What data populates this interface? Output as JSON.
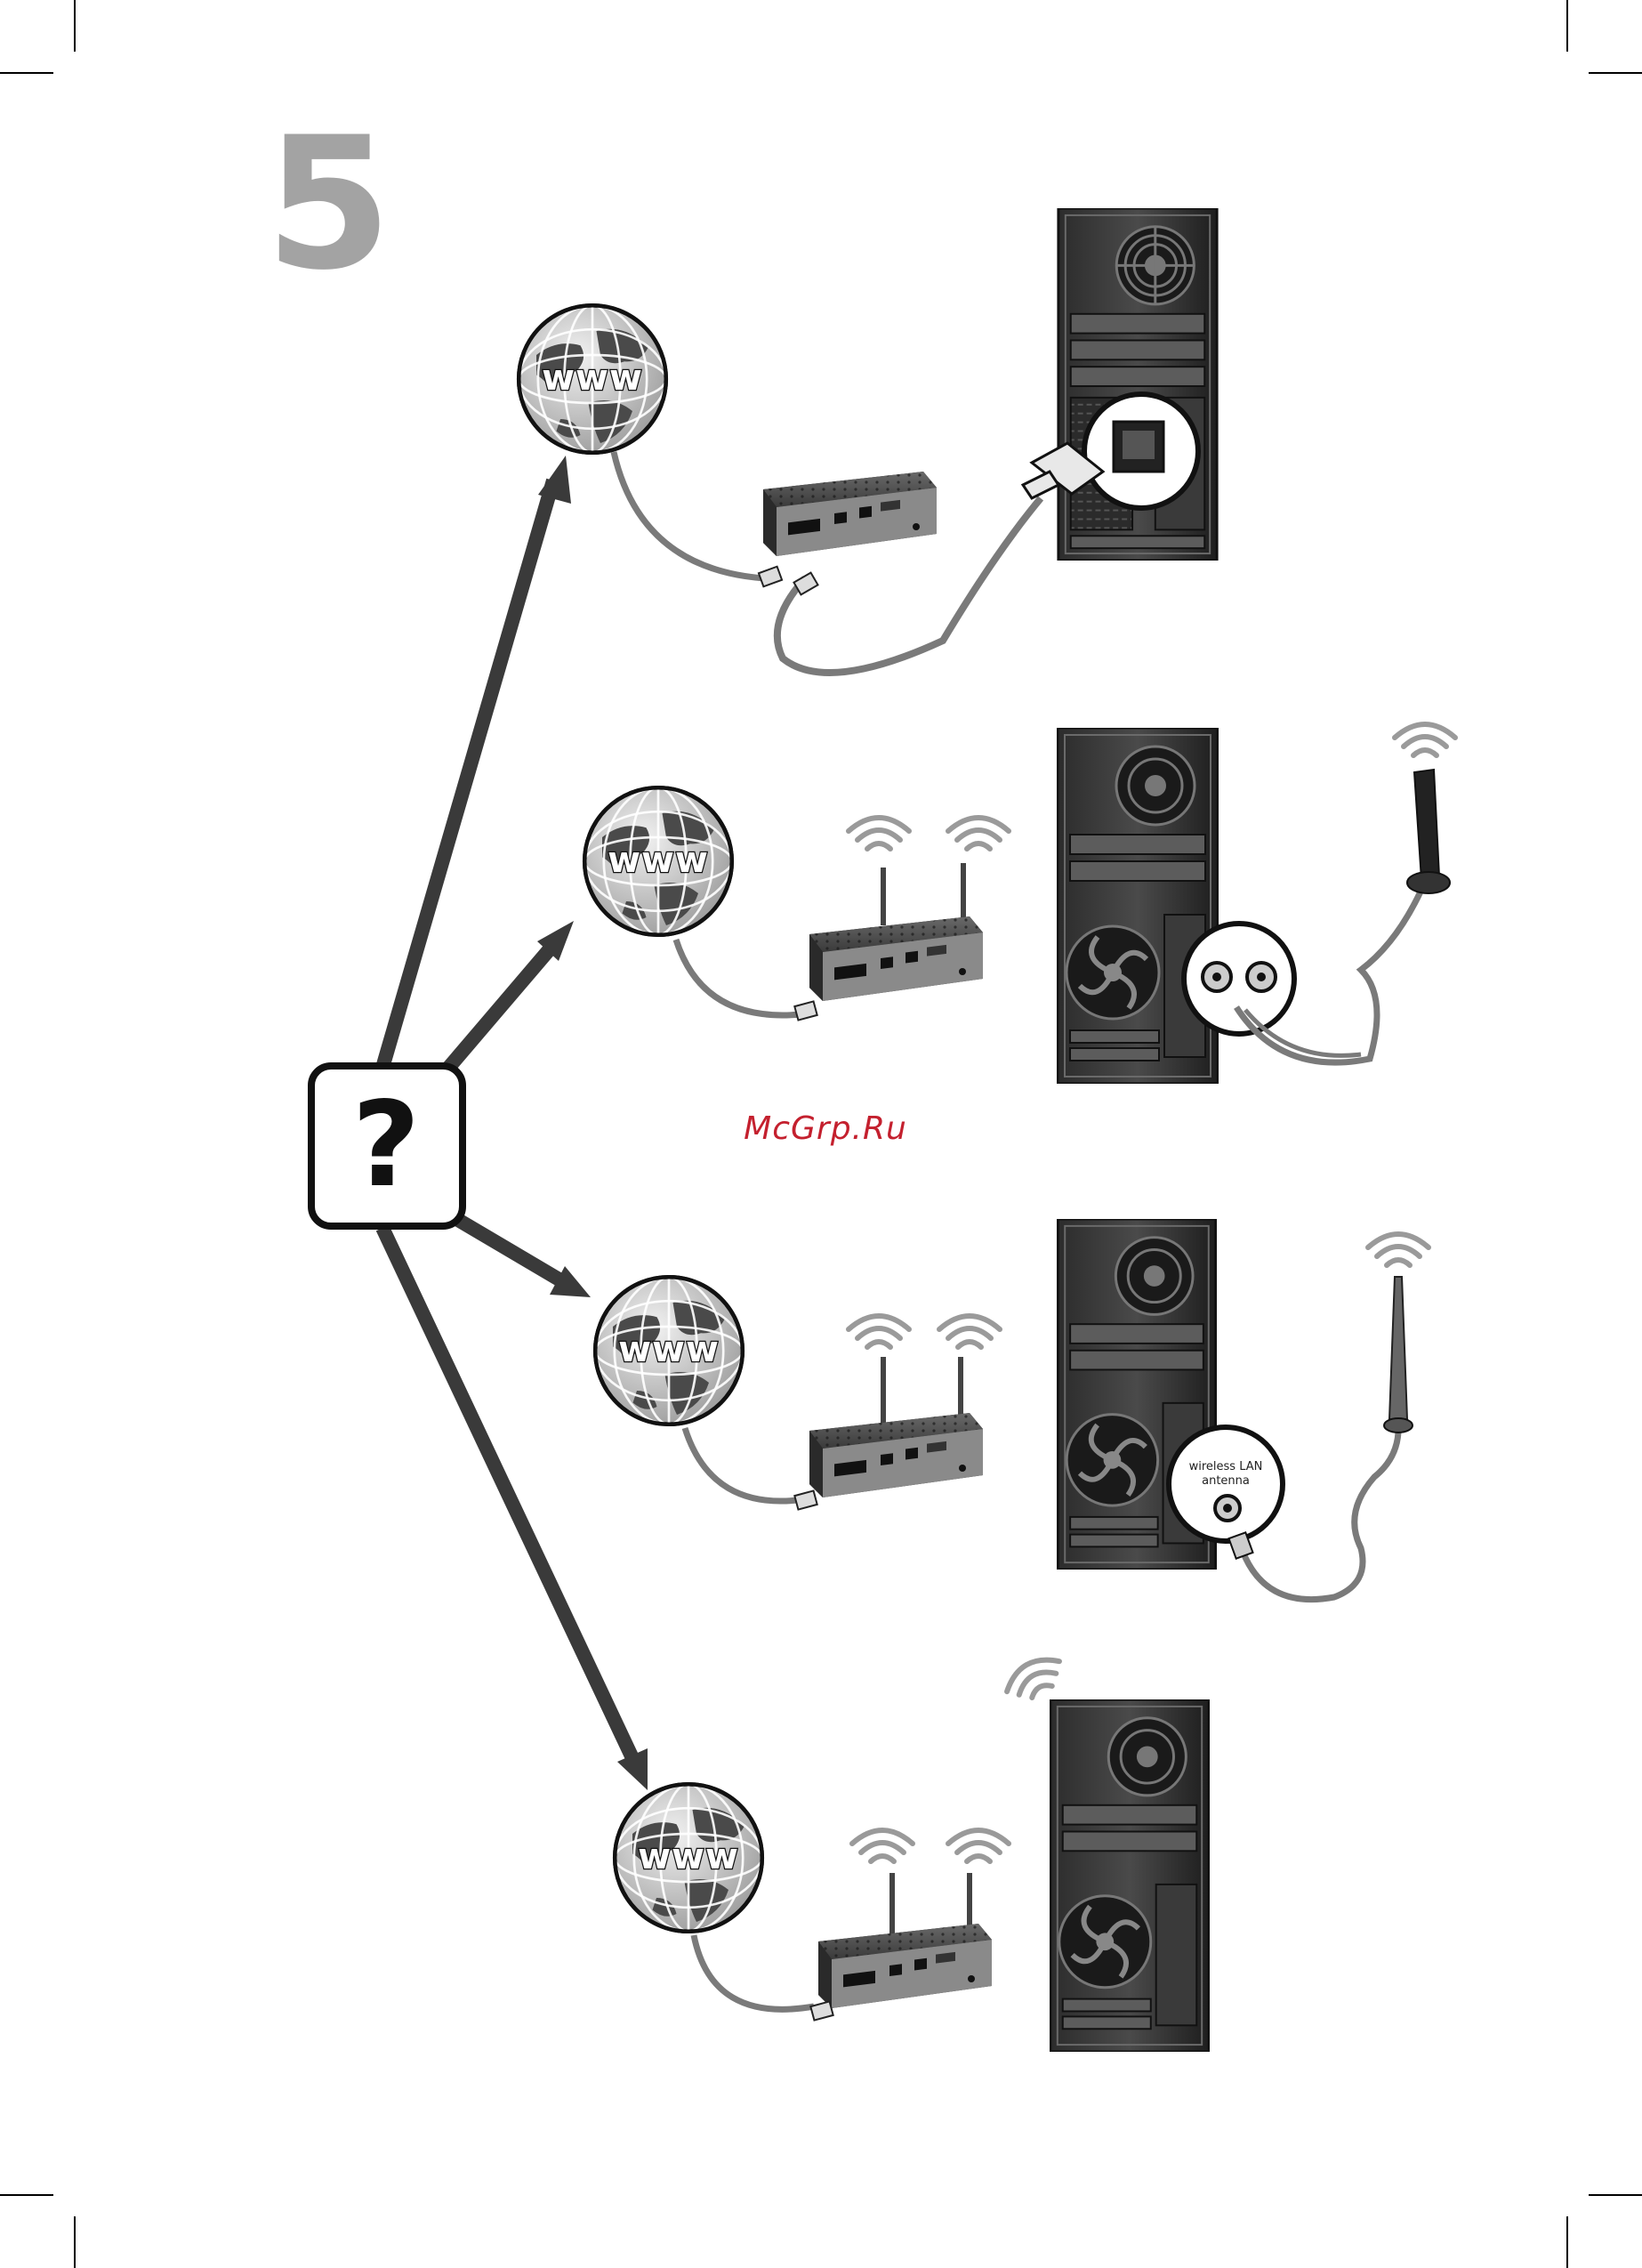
{
  "step": {
    "number": "5"
  },
  "watermark": {
    "text": "McGrp.Ru"
  },
  "choice": {
    "symbol": "?"
  },
  "options": [
    {
      "globe_label": "www",
      "connection": "wired"
    },
    {
      "globe_label": "www",
      "connection": "wireless-dual-antenna"
    },
    {
      "globe_label": "www",
      "connection": "wireless-single-antenna"
    },
    {
      "globe_label": "www",
      "connection": "wireless-built-in"
    }
  ],
  "antenna_label": {
    "line1": "wireless LAN",
    "line2": "antenna"
  }
}
